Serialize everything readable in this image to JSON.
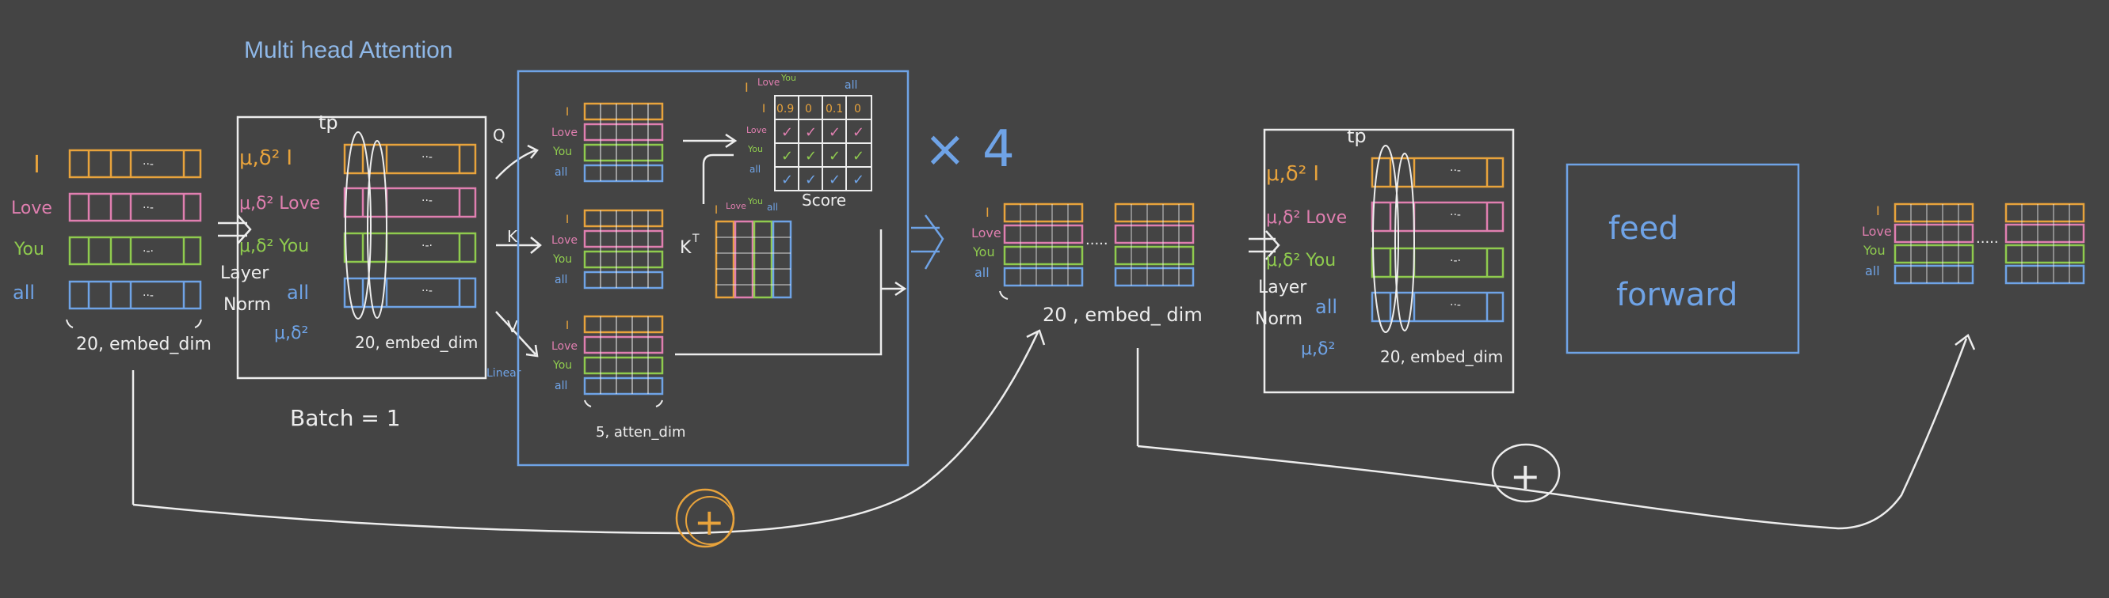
{
  "colors": {
    "background": "#444444",
    "orange": "#E8A33C",
    "pink": "#E07FB0",
    "green": "#8FCB4E",
    "blue": "#6FA3E6",
    "white": "#EDEDED",
    "title": "#8FB8E8"
  },
  "title": "Multi head Attention",
  "tokens": [
    "I",
    "Love",
    "You",
    "all"
  ],
  "ln_tokens": [
    "μ,δ² I",
    "μ,δ² Love",
    "μ,δ² You",
    "all"
  ],
  "input_dim": "20, embed_dim",
  "layer_norm": "Layer Norm",
  "mu_sigma": "μ,δ²",
  "tp": "tp",
  "batch": "Batch = 1",
  "qkv": {
    "q": "Q",
    "k": "K",
    "v": "V",
    "kt": "K",
    "kt_sup": "T",
    "linear": "Linear"
  },
  "score": {
    "label": "Score",
    "cols": [
      "I",
      "Love",
      "You",
      "all"
    ],
    "first_row": [
      "0.9",
      "0",
      "0.1",
      "0"
    ],
    "check": "✓"
  },
  "atten_dim": "5, atten_dim",
  "repeat": "× 4",
  "mid_dim": "20 , embed_ dim",
  "ellipsis": "·····",
  "feed_forward": {
    "line1": "feed",
    "line2": "forward"
  },
  "add_symbol": "+"
}
